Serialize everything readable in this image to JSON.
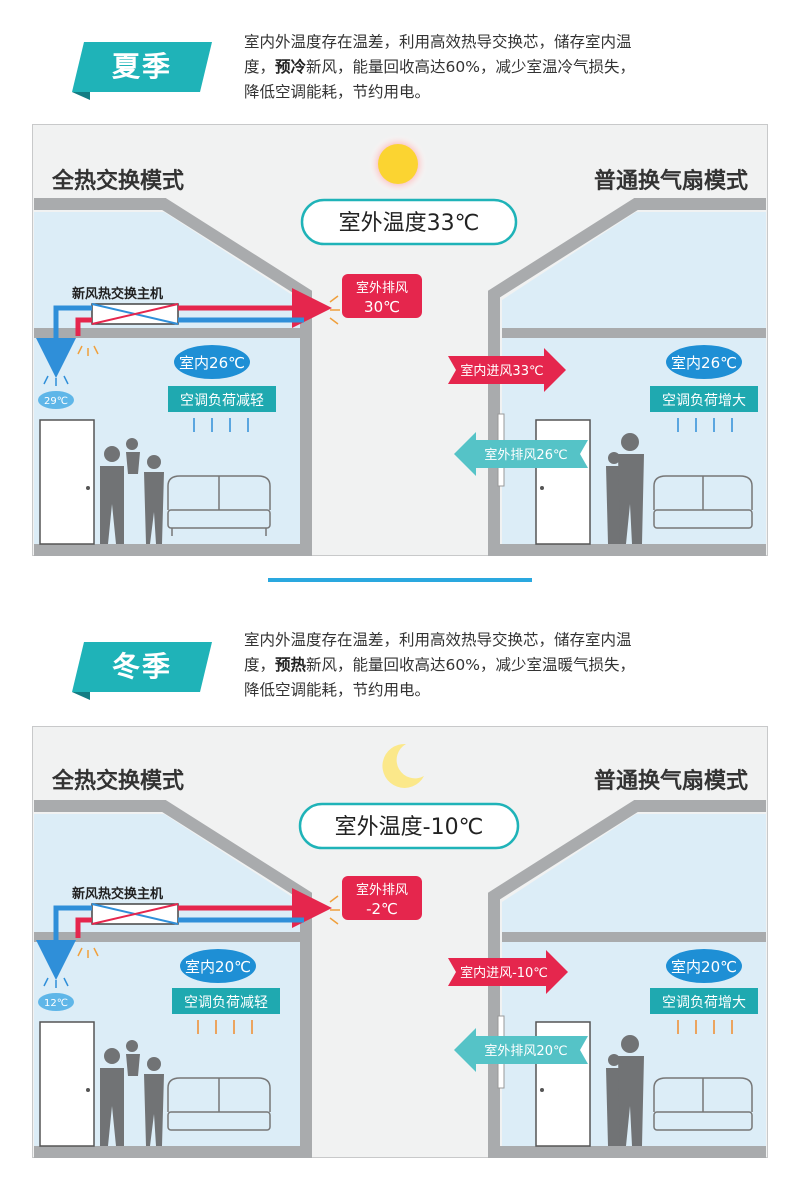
{
  "summer": {
    "season": "夏季",
    "desc": {
      "line1": "室内外温度存在温差，利用高效热导交换芯，储存室内温",
      "line2_pre": "度，",
      "line2_bold": "预冷",
      "line2_post": "新风，能量回收高达60%，减少室温冷气损失，",
      "line3": "降低空调能耗，节约用电。"
    },
    "left_mode": "全热交换模式",
    "right_mode": "普通换气扇模式",
    "outdoor_temp": "室外温度33℃",
    "unit_label": "新风热交换主机",
    "exhaust_label": "室外排风",
    "exhaust_temp": "30℃",
    "supply_temp": "29℃",
    "left_indoor": "室内26℃",
    "left_load": "空调负荷减轻",
    "right_indoor": "室内26℃",
    "right_load": "空调负荷增大",
    "intake_label": "室内进风33℃",
    "out_label": "室外排风26℃"
  },
  "winter": {
    "season": "冬季",
    "desc": {
      "line1": "室内外温度存在温差，利用高效热导交换芯，储存室内温",
      "line2_pre": "度，",
      "line2_bold": "预热",
      "line2_post": "新风，能量回收高达60%，减少室温暖气损失，",
      "line3": "降低空调能耗，节约用电。"
    },
    "left_mode": "全热交换模式",
    "right_mode": "普通换气扇模式",
    "outdoor_temp": "室外温度-10℃",
    "unit_label": "新风热交换主机",
    "exhaust_label": "室外排风",
    "exhaust_temp": "-2℃",
    "supply_temp": "12℃",
    "left_indoor": "室内20℃",
    "left_load": "空调负荷减轻",
    "right_indoor": "室内20℃",
    "right_load": "空调负荷增大",
    "intake_label": "室内进风-10℃",
    "out_label": "室外排风20℃"
  },
  "colors": {
    "teal": "#1fb3b8",
    "red": "#e5264d",
    "blue": "#2f8fd9",
    "wall": "#a9abad",
    "room": "#dcedf7",
    "sun": "#fbd431",
    "moon": "#fbe88a"
  }
}
